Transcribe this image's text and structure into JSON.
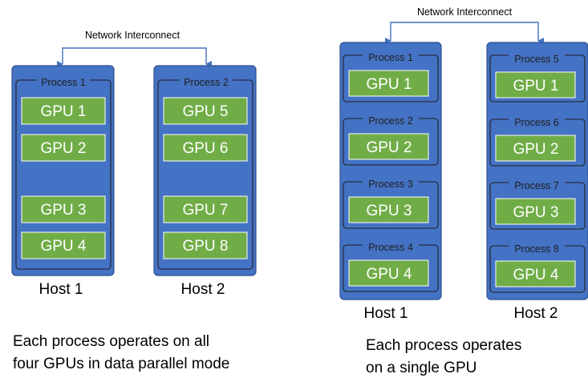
{
  "left_diagram": {
    "network_label": "Network Interconnect",
    "hosts": [
      {
        "label": "Host 1",
        "processes": [
          {
            "label": "Process 1",
            "gpus": [
              "GPU 1",
              "GPU 2",
              "GPU 3",
              "GPU 4"
            ]
          }
        ]
      },
      {
        "label": "Host 2",
        "processes": [
          {
            "label": "Process 2",
            "gpus": [
              "GPU 5",
              "GPU 6",
              "GPU 7",
              "GPU 8"
            ]
          }
        ]
      }
    ],
    "caption": [
      "Each process operates on all",
      "four GPUs in data parallel mode"
    ]
  },
  "right_diagram": {
    "network_label": "Network Interconnect",
    "hosts": [
      {
        "label": "Host 1",
        "processes": [
          {
            "label": "Process 1",
            "gpus": [
              "GPU 1"
            ]
          },
          {
            "label": "Process 2",
            "gpus": [
              "GPU 2"
            ]
          },
          {
            "label": "Process 3",
            "gpus": [
              "GPU 3"
            ]
          },
          {
            "label": "Process 4",
            "gpus": [
              "GPU 4"
            ]
          }
        ]
      },
      {
        "label": "Host 2",
        "processes": [
          {
            "label": "Process 5",
            "gpus": [
              "GPU 1"
            ]
          },
          {
            "label": "Process 6",
            "gpus": [
              "GPU 2"
            ]
          },
          {
            "label": "Process 7",
            "gpus": [
              "GPU 3"
            ]
          },
          {
            "label": "Process 8",
            "gpus": [
              "GPU 4"
            ]
          }
        ]
      }
    ],
    "caption": [
      "Each process operates",
      "on a single GPU"
    ]
  },
  "colors": {
    "host_fill": "#4472c4",
    "gpu_fill": "#70ad47",
    "line": "#4472c4"
  }
}
